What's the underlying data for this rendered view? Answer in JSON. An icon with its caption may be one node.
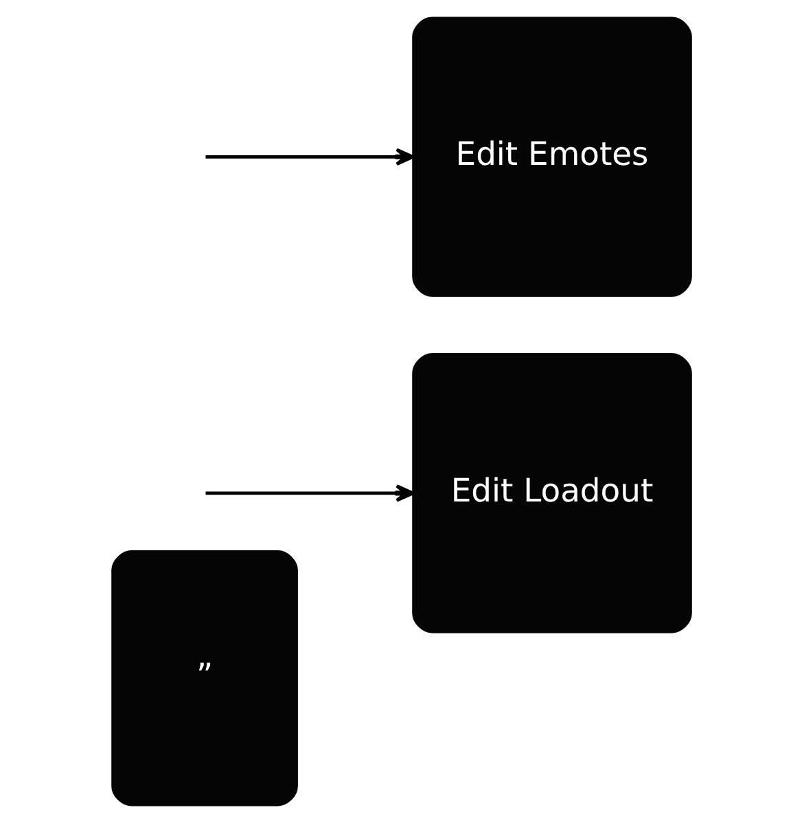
{
  "diagram": {
    "nodes": [
      {
        "text": [
          "”"
        ]
      },
      {
        "text": [
          "Edit Loadout"
        ]
      },
      {
        "text": [
          "Edit Emotes"
        ]
      }
    ],
    "edges": [
      {
        "from": null,
        "to": 1,
        "arrow": "to"
      },
      {
        "from": null,
        "to": 2,
        "arrow": "to"
      }
    ]
  }
}
